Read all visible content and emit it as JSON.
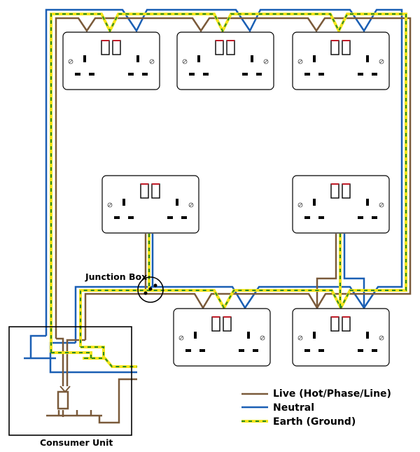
{
  "labels": {
    "junction_box": "Junction Box",
    "consumer_unit": "Consumer Unit"
  },
  "legend": [
    {
      "key": "live",
      "label": "Live (Hot/Phase/Line)"
    },
    {
      "key": "neutral",
      "label": "Neutral"
    },
    {
      "key": "earth",
      "label": "Earth (Ground)"
    }
  ],
  "colors": {
    "live": "#7a5a3a",
    "neutral": "#1a5fb4",
    "earth_base": "#f5e51a",
    "earth_stripe": "#2a8a2a",
    "switch_mark": "#c01c28",
    "socket_outline": "#000000"
  },
  "sockets": [
    {
      "id": "socket-ring-top-left"
    },
    {
      "id": "socket-ring-top-center"
    },
    {
      "id": "socket-ring-top-right"
    },
    {
      "id": "socket-spur-left"
    },
    {
      "id": "socket-spur-right"
    },
    {
      "id": "socket-ring-bottom-center"
    },
    {
      "id": "socket-ring-bottom-right"
    }
  ]
}
